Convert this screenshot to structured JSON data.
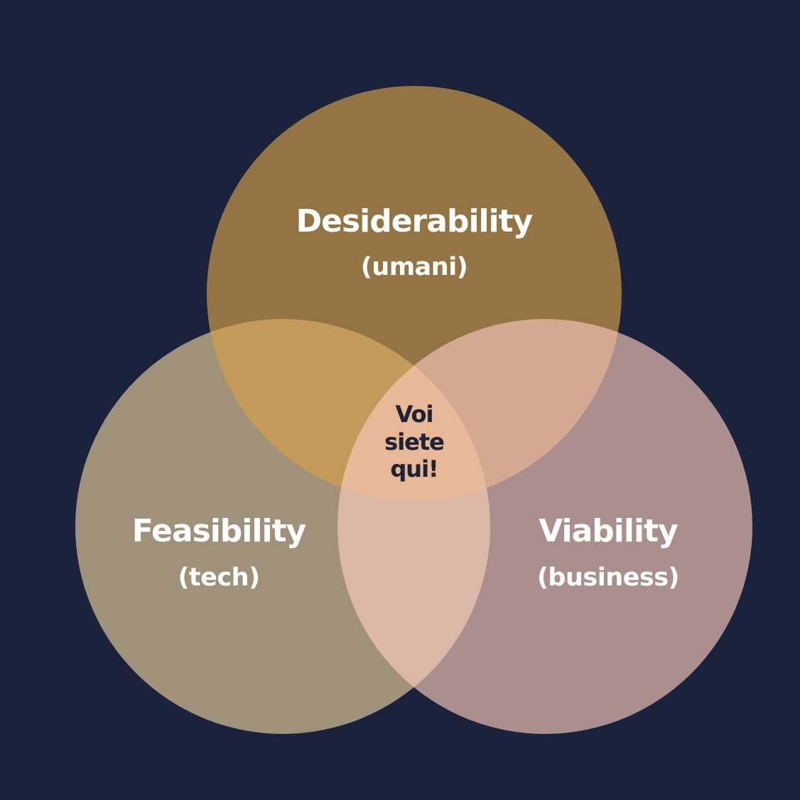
{
  "background_color": "#1b233c",
  "circles": [
    {
      "key": "top",
      "title": "Desiderability",
      "subtitle": "(umani)",
      "color": "#957443"
    },
    {
      "key": "left",
      "title": "Feasibility",
      "subtitle": "(tech)",
      "color": "#9f917a"
    },
    {
      "key": "right",
      "title": "Viability",
      "subtitle": "(business)",
      "color": "#ab8f8f"
    }
  ],
  "overlap_colors": {
    "top_left": "#c49a5b",
    "top_right": "#d4a891",
    "left_right": "#dbb7a8",
    "center": "#e8b999"
  },
  "center_label": [
    "Voi",
    "siete",
    "qui!"
  ]
}
